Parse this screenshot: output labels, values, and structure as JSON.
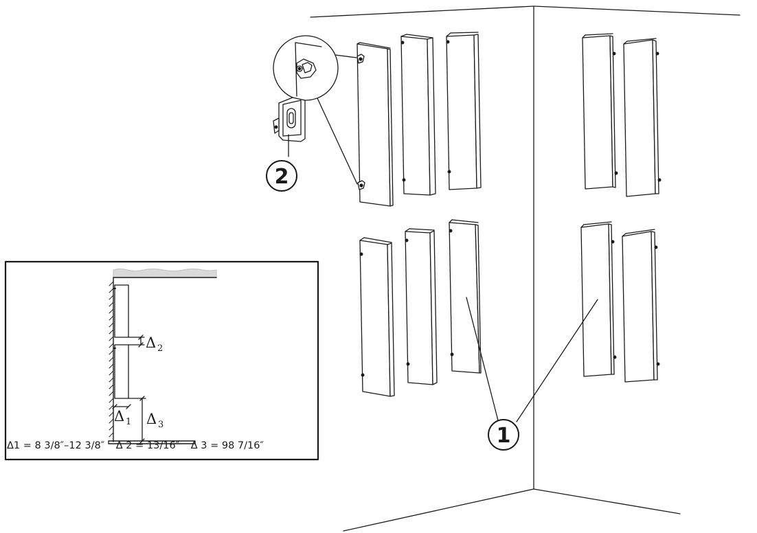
{
  "callouts": {
    "panel": "1",
    "bracket": "2"
  },
  "inset": {
    "delta1": {
      "symbol": "Δ",
      "sub": "1"
    },
    "delta2": {
      "symbol": "Δ",
      "sub": "2"
    },
    "delta3": {
      "symbol": "Δ",
      "sub": "3"
    },
    "formulas": [
      "Δ1 = 8 3/8″–12 3/8″",
      "Δ 2 = 13/16″",
      "Δ 3 = 98 7/16″"
    ]
  },
  "colors": {
    "line": "#1a1a1a",
    "ceiling": "#d9d9d9",
    "panel_side": "#ffffff"
  }
}
